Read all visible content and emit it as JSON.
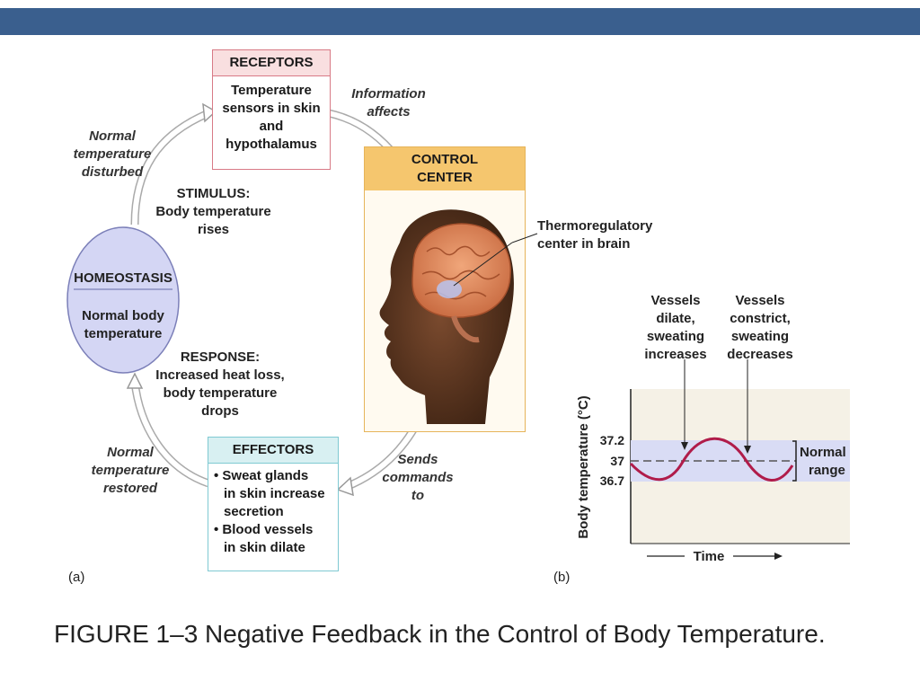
{
  "receptors": {
    "title": "RECEPTORS",
    "body": [
      "Temperature",
      "sensors in skin",
      "and",
      "hypothalamus"
    ]
  },
  "control_center": {
    "title": [
      "CONTROL",
      "CENTER"
    ]
  },
  "effectors": {
    "title": "EFFECTORS",
    "items": [
      [
        "• Sweat glands",
        "in skin increase",
        "secretion"
      ],
      [
        "• Blood vessels",
        "in skin dilate"
      ]
    ]
  },
  "homeostasis": {
    "title": "HOMEOSTASIS",
    "body": [
      "Normal body",
      "temperature"
    ]
  },
  "stimulus": [
    "STIMULUS:",
    "Body temperature",
    "rises"
  ],
  "response": [
    "RESPONSE:",
    "Increased heat loss,",
    "body temperature",
    "drops"
  ],
  "arrow_labels": {
    "disturbed": [
      "Normal",
      "temperature",
      "disturbed"
    ],
    "information": [
      "Information",
      "affects"
    ],
    "sends": [
      "Sends",
      "commands",
      "to"
    ],
    "restored": [
      "Normal",
      "temperature",
      "restored"
    ]
  },
  "thermo_label": [
    "Thermoregulatory",
    "center in brain"
  ],
  "panel_a": "(a)",
  "panel_b": "(b)",
  "chart_data": {
    "type": "line",
    "ylabel": "Body temperature (°C)",
    "xlabel": "Time",
    "yticks": [
      "37.2",
      "37",
      "36.7"
    ],
    "normal_range_label": [
      "Normal",
      "range"
    ],
    "annotations": [
      [
        "Vessels",
        "dilate,",
        "sweating",
        "increases"
      ],
      [
        "Vessels",
        "constrict,",
        "sweating",
        "decreases"
      ]
    ],
    "colors": {
      "curve": "#b01c4a",
      "band": "#d9dcf5",
      "bg": "#f5f1e6"
    }
  },
  "caption": "FIGURE 1–3 Negative Feedback in the Control of Body Temperature."
}
